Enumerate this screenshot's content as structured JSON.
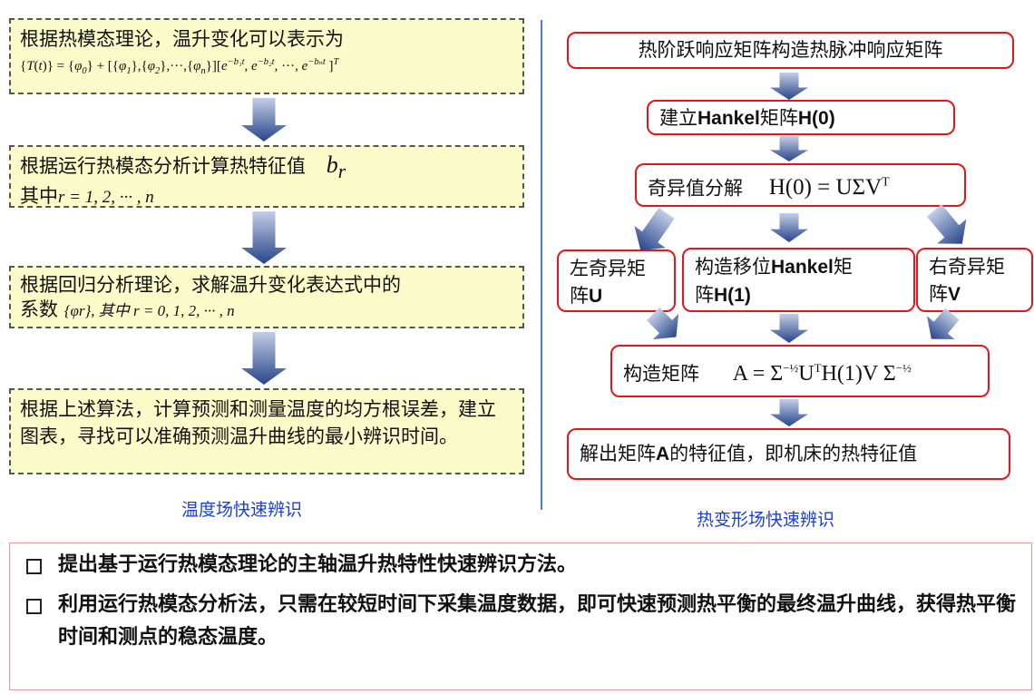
{
  "left": {
    "box1": {
      "text": "根据热模态理论，温升变化可以表示为",
      "formula": [
        [
          "t",
          "{"
        ],
        [
          "i",
          "T"
        ],
        [
          "t",
          "("
        ],
        [
          "i",
          "t"
        ],
        [
          "t",
          ")} = {"
        ],
        [
          "i",
          "φ"
        ],
        [
          "sub",
          "0"
        ],
        [
          "t",
          "} + [{"
        ],
        [
          "i",
          "φ"
        ],
        [
          "sub",
          "1"
        ],
        [
          "t",
          "},{"
        ],
        [
          "i",
          "φ"
        ],
        [
          "sub",
          "2"
        ],
        [
          "t",
          "},···,{"
        ],
        [
          "i",
          "φ"
        ],
        [
          "sub",
          "n"
        ],
        [
          "t",
          "}]["
        ],
        [
          "i",
          "e"
        ],
        [
          "sup",
          "−b₁t"
        ],
        [
          "t",
          ", "
        ],
        [
          "i",
          "e"
        ],
        [
          "sup",
          "−b₂t"
        ],
        [
          "t",
          ", ···, "
        ],
        [
          "i",
          "e"
        ],
        [
          "sup",
          "−bₙt"
        ],
        [
          "t",
          " ]"
        ],
        [
          "sup",
          "T"
        ]
      ]
    },
    "box2": {
      "text": "根据运行热模态分析计算热特征值",
      "symbol": "b",
      "symbol_sub": "r",
      "line2_prefix": "其中",
      "line2_formula": "r = 1, 2, ··· , n"
    },
    "box3": {
      "text": "根据回归分析理论，求解温升变化表达式中的",
      "line2_prefix": "系数",
      "line2_formula": "{φr}, 其中 r = 0, 1, 2, ··· , n"
    },
    "box4": {
      "text": "根据上述算法，计算预测和测量温度的均方根误差，建立图表，寻找可以准确预测温升曲线的最小辨识时间。"
    },
    "caption": "温度场快速辨识"
  },
  "right": {
    "box_a": "热阶跃响应矩阵构造热脉冲响应矩阵",
    "box_b": {
      "prefix": "建立",
      "bold1": "Hankel",
      "mid": "矩阵",
      "bold2": "H(0)"
    },
    "box_c": {
      "label": "奇异值分解",
      "formula": "H(0) = UΣV",
      "sup": "T"
    },
    "box_d": {
      "line1": "左奇异矩",
      "line2": "阵",
      "bold": "U"
    },
    "box_e": {
      "line1": "构造移位",
      "bold1": "Hankel",
      "line1_end": "矩",
      "line2": "阵",
      "bold2": "H(1)"
    },
    "box_f": {
      "line1": "右奇异矩",
      "line2": "阵",
      "bold": "V"
    },
    "box_g": {
      "label": "构造矩阵",
      "f_a": "A = Σ",
      "exp": "−½",
      "f_b": "U",
      "sup_t": "T",
      "f_c": "H(1)V Σ",
      "exp2": "−½"
    },
    "box_h": {
      "prefix": "解出矩阵",
      "bold": "A",
      "suffix": "的特征值，即机床的热特征值"
    },
    "caption": "热变形场快速辨识"
  },
  "bottom": {
    "bullets": [
      "提出基于运行热模态理论的主轴温升热特性快速辨识方法。",
      "利用运行热模态分析法，只需在较短时间下采集温度数据，即可快速预测热平衡的最终温升曲线，获得热平衡时间和测点的稳态温度。"
    ]
  },
  "colors": {
    "box_border_red": "#e3161b",
    "dashed_fill": "#fbfbc9",
    "caption_blue": "#1a3fd8",
    "arrow_dark": "#27458a"
  }
}
